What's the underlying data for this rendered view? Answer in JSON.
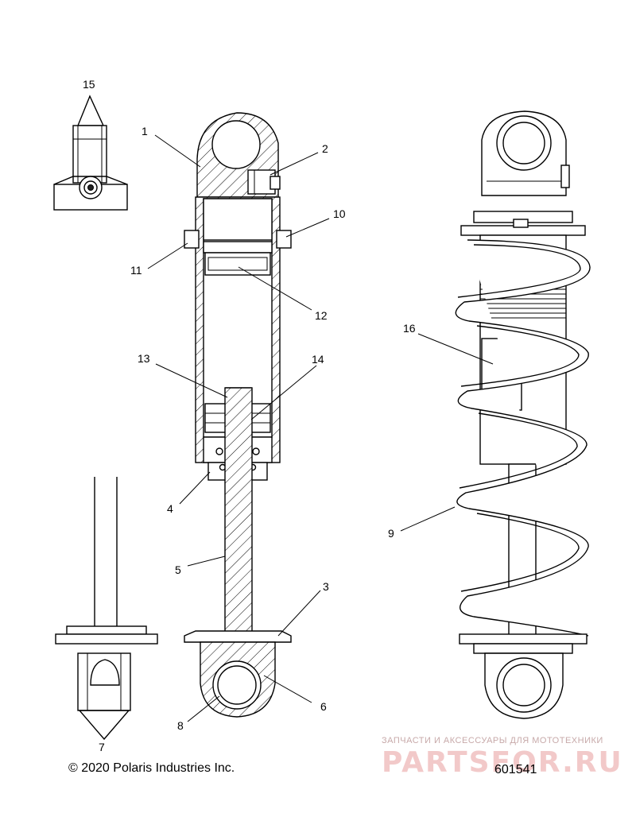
{
  "callouts": [
    "1",
    "2",
    "3",
    "4",
    "5",
    "6",
    "7",
    "8",
    "9",
    "10",
    "11",
    "12",
    "13",
    "14",
    "15",
    "16"
  ],
  "footer": {
    "copyright": "© 2020 Polaris Industries Inc.",
    "diagram_id": "601541"
  },
  "watermark": {
    "tagline": "ЗАПЧАСТИ И АКСЕССУАРЫ ДЛЯ МОТОТЕХНИКИ",
    "brand": "PARTSFOR.RU"
  },
  "colors": {
    "line": "#000000",
    "watermark": "#f2c9c9"
  }
}
